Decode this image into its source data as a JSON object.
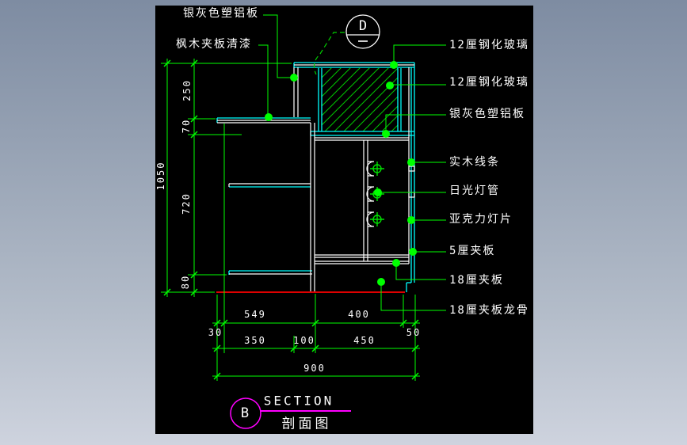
{
  "title": {
    "en": "SECTION",
    "zh": "剖面图"
  },
  "callouts": {
    "detail_bubble": "D",
    "section_bubble": "B"
  },
  "labels": {
    "left": [
      "银灰色塑铝板",
      "枫木夹板清漆"
    ],
    "right": [
      "12厘钢化玻璃",
      "12厘钢化玻璃",
      "银灰色塑铝板",
      "实木线条",
      "日光灯管",
      "亚克力灯片",
      "5厘夹板",
      "18厘夹板",
      "18厘夹板龙骨"
    ]
  },
  "dimensions": {
    "vertical_overall": "1050",
    "vertical_segments": [
      "250",
      "70",
      "720",
      "80"
    ],
    "bottom_row1": [
      "30",
      "549",
      "400",
      "50"
    ],
    "bottom_row2": [
      "350",
      "100",
      "450"
    ],
    "bottom_total": "900"
  },
  "colors": {
    "dimension_green": "#00ff00",
    "hatch_green": "#00c800",
    "outline_cyan": "#00ffff",
    "detail_white": "#ffffff",
    "floor_red": "#dd0000",
    "marker_magenta": "#ff00ff",
    "canvas_black": "#000000"
  }
}
